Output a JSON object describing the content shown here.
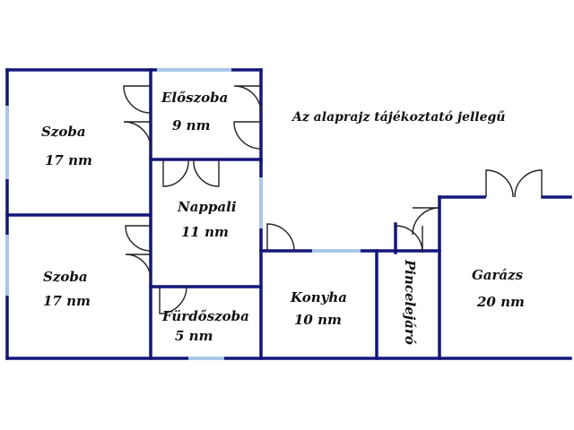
{
  "note": "Az alaprajz tájékoztató jellegű",
  "colors": {
    "wall": "#14167a",
    "window": "#a8c8e8",
    "door": "#222222",
    "background": "#ffffff"
  },
  "rooms": [
    {
      "id": "szoba-top",
      "name": "Szoba",
      "area": "17 nm"
    },
    {
      "id": "eloszoba",
      "name": "Előszoba",
      "area": "9 nm"
    },
    {
      "id": "nappali",
      "name": "Nappali",
      "area": "11 nm"
    },
    {
      "id": "szoba-bottom",
      "name": "Szoba",
      "area": "17 nm"
    },
    {
      "id": "furdoszoba",
      "name": "Fürdőszoba",
      "area": "5 nm"
    },
    {
      "id": "konyha",
      "name": "Konyha",
      "area": "10 nm"
    },
    {
      "id": "pincelejaro",
      "name": "Pincelejáró"
    },
    {
      "id": "garazs",
      "name": "Garázs",
      "area": "20 nm"
    }
  ]
}
